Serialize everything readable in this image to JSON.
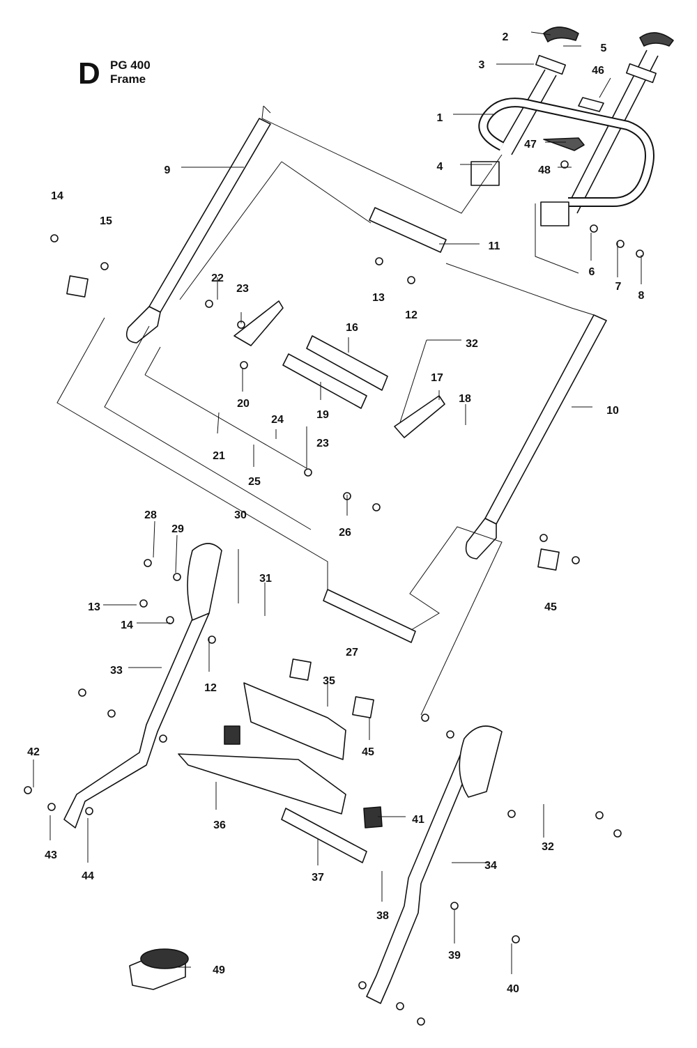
{
  "section_letter": "D",
  "model": "PG 400",
  "assembly": "Frame",
  "part_numbers": [
    "1",
    "2",
    "3",
    "4",
    "5",
    "6",
    "7",
    "8",
    "9",
    "10",
    "11",
    "12",
    "12",
    "13",
    "13",
    "14",
    "14",
    "15",
    "16",
    "17",
    "18",
    "19",
    "20",
    "21",
    "22",
    "23",
    "23",
    "24",
    "25",
    "26",
    "27",
    "28",
    "29",
    "30",
    "31",
    "32",
    "32",
    "33",
    "34",
    "35",
    "36",
    "37",
    "38",
    "39",
    "40",
    "41",
    "42",
    "43",
    "44",
    "45",
    "45",
    "46",
    "47",
    "48",
    "49"
  ]
}
